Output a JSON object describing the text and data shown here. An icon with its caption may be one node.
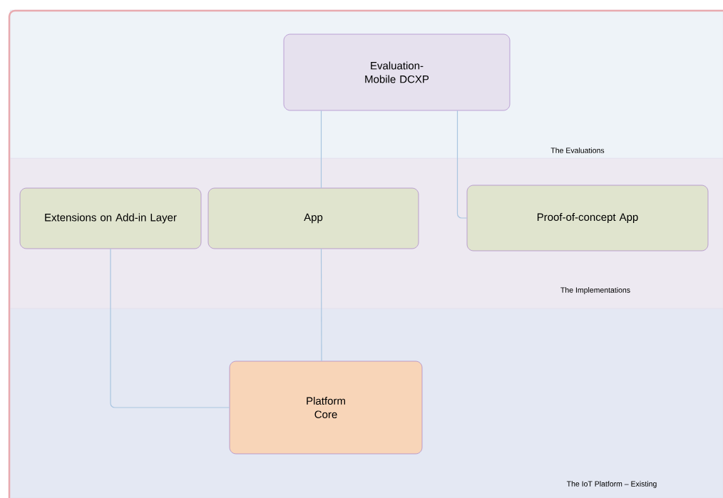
{
  "diagram": {
    "nodes": [
      {
        "text": [
          "The Evaluations"
        ]
      },
      {
        "text": [
          "Evaluation- Mobile DCXP"
        ],
        "in": 0
      },
      {
        "text": [
          "The Implementations"
        ]
      },
      {
        "text": [
          "Extensions on Add-in Layer"
        ],
        "in": 2
      },
      {
        "text": [
          "App"
        ],
        "in": 2
      },
      {
        "text": [
          "Proof-of-concept App"
        ],
        "in": 2
      },
      {
        "text": [
          "The IoT Platform – Existing"
        ]
      },
      {
        "text": [
          "Platform Core"
        ],
        "in": 6
      }
    ],
    "edges": [
      {
        "from": 1,
        "to": 4,
        "arrow": "none"
      },
      {
        "from": 1,
        "to": 5,
        "arrow": "none"
      },
      {
        "from": 3,
        "to": 7,
        "arrow": "none"
      },
      {
        "from": 4,
        "to": 7,
        "arrow": "none"
      }
    ]
  }
}
